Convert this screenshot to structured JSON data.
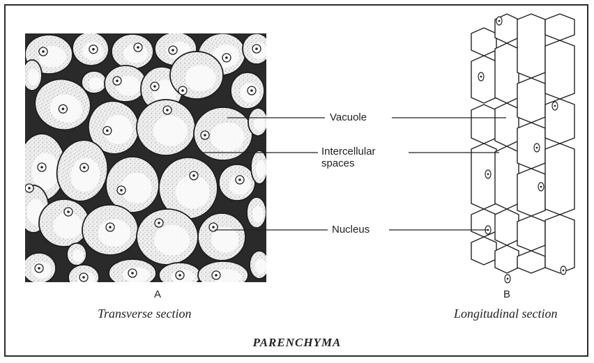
{
  "labels": {
    "vacuole": "Vacuole",
    "intercellular": "Intercellular\nspaces",
    "nucleus": "Nucleus"
  },
  "panel_a": {
    "letter": "A",
    "caption": "Transverse  section"
  },
  "panel_b": {
    "letter": "B",
    "caption": "Longitudinal  section"
  },
  "title": "PARENCHYMA",
  "colors": {
    "ink": "#222222",
    "stipple": "#9a9a9a",
    "cellfill": "#ececec",
    "frame": "#2b2b2b"
  }
}
